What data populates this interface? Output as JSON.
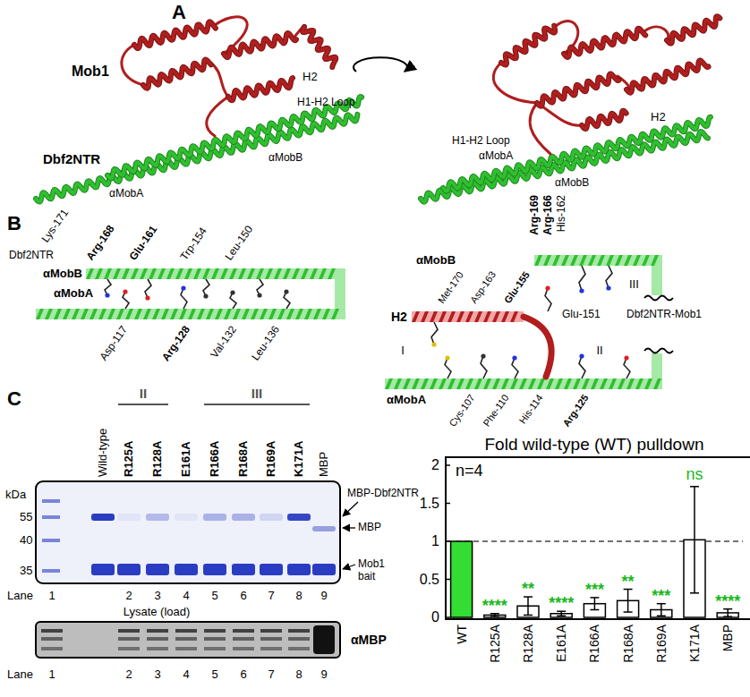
{
  "diagram": {
    "nodes": [
      {
        "text": [
          "n=4"
        ]
      }
    ],
    "labels": [
      "A",
      "Mob1",
      "Dbf2NTR",
      "H2",
      "H1-H2 Loop",
      "αMobB",
      "αMobA",
      "H1-H2 Loop",
      "αMobA",
      "H2",
      "αMobB",
      "Arg-169",
      "Arg-166",
      "His-162",
      "B",
      "Lys-171",
      "Arg-168",
      "Glu-161",
      "Trp-154",
      "Leu-150",
      "Dbf2NTR",
      "αMobB",
      "αMobA",
      "Asp-117",
      "Arg-128",
      "Val-132",
      "Leu-136",
      "Met-170",
      "Asp-163",
      "Glu-155",
      "αMobB",
      "III",
      "H2",
      "Glu-151",
      "Dbf2NTR-Mob1",
      "I",
      "II",
      "αMobA",
      "Cys-107",
      "Phe-110",
      "His-114",
      "Arg-125",
      "C",
      "II",
      "III",
      "Wild-type",
      "R125A",
      "R128A",
      "E161A",
      "R166A",
      "R168A",
      "R169A",
      "K171A",
      "MBP",
      "kDa",
      "55",
      "40",
      "35",
      "MBP-Dbf2NTR",
      "MBP",
      "Mob1 bait",
      "Lane",
      "1",
      "2",
      "3",
      "4",
      "5",
      "6",
      "7",
      "8",
      "9",
      "Lysate (load)",
      "αMBP",
      "Lane",
      "1",
      "2",
      "3",
      "4",
      "5",
      "6",
      "7",
      "8",
      "9",
      "Fold wild-type (WT) pulldown",
      "2",
      "1.5",
      "1",
      "0.5",
      "0",
      "ns",
      "****",
      "**",
      "****",
      "***",
      "**",
      "***",
      "****",
      "WT",
      "R125A",
      "R128A",
      "E161A",
      "R166A",
      "R168A",
      "R169A",
      "K171A",
      "MBP"
    ]
  }
}
